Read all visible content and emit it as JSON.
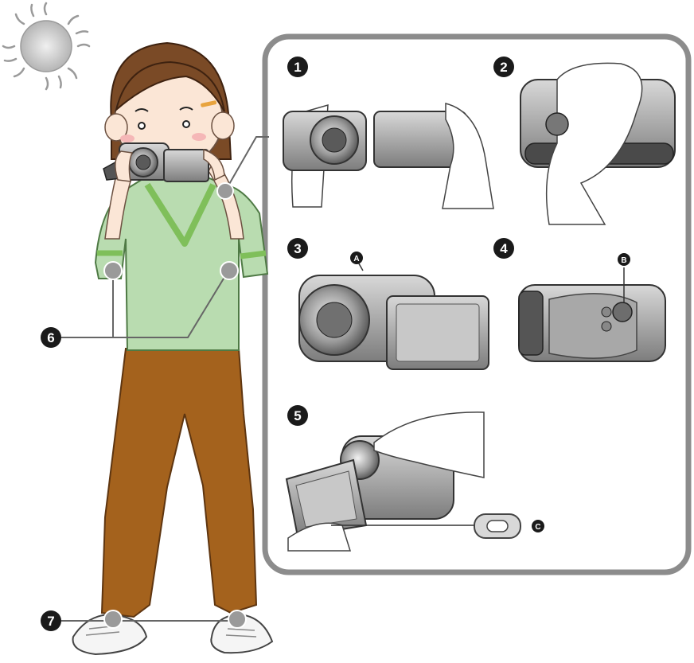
{
  "steps": [
    {
      "label": "1"
    },
    {
      "label": "2"
    },
    {
      "label": "3"
    },
    {
      "label": "4"
    },
    {
      "label": "5"
    },
    {
      "label": "6"
    },
    {
      "label": "7"
    }
  ],
  "callouts": [
    {
      "label": "A"
    },
    {
      "label": "B"
    },
    {
      "label": "C"
    }
  ],
  "colors": {
    "panel_border": "#8c8c8c",
    "shirt": "#b9dcb0",
    "shirt_trim": "#7fbf5a",
    "trousers": "#a4621d",
    "hair": "#7a4a26",
    "camera": "#9a9a9a",
    "marker": "#1a1a1a"
  }
}
